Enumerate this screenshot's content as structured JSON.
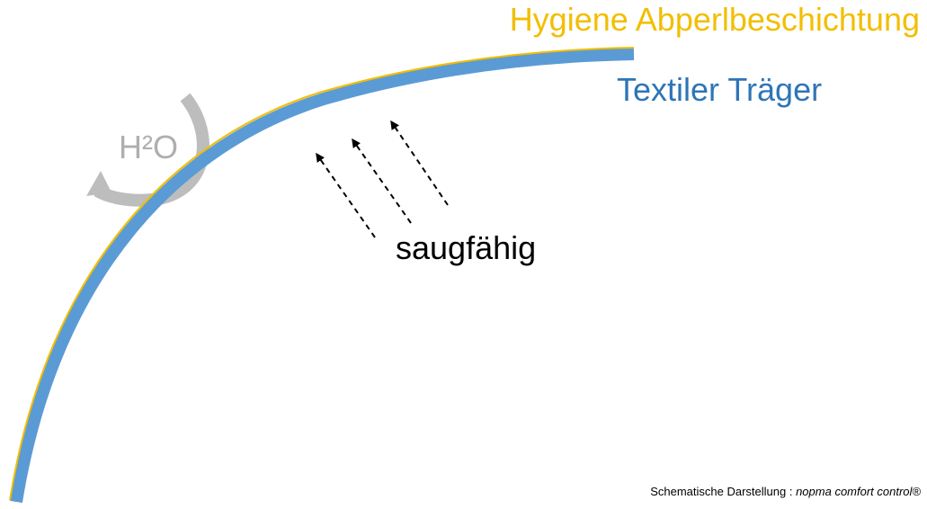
{
  "labels": {
    "coating": "Hygiene Abperlbeschichtung",
    "carrier": "Textiler Träger",
    "absorbent": "saugfähig",
    "water": "H²O"
  },
  "caption": {
    "prefix": "Schematische Darstellung : ",
    "brand": "nopma comfort control®"
  },
  "colors": {
    "coating": "#F2BE00",
    "carrier": "#5B9BD5",
    "carrier_text": "#2E75B6",
    "water": "#AFAFAF",
    "water_arrow": "#BDBDBD",
    "arrows": "#000000"
  },
  "icons": {
    "water_arrow": "curved-arrow-icon",
    "absorption_arrows": "dashed-arrow-icon"
  }
}
